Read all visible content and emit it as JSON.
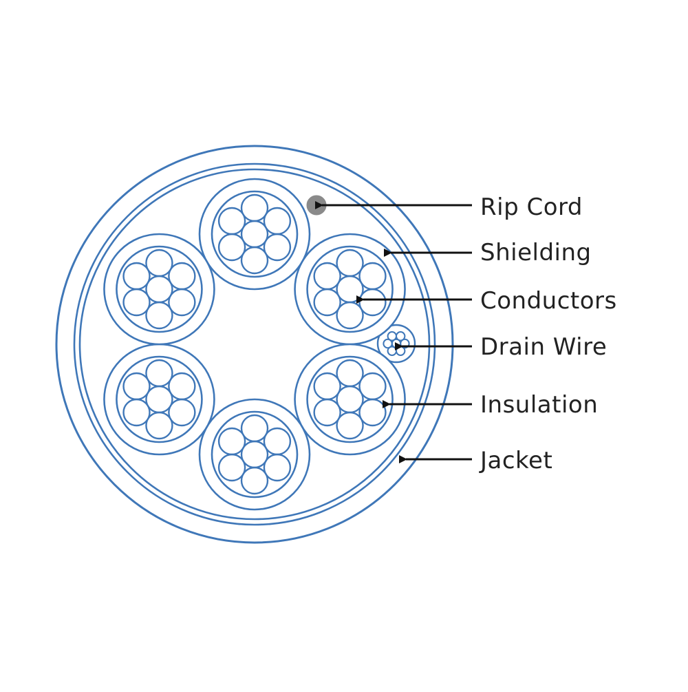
{
  "colors": {
    "cable": "#3f77b8",
    "rip_cord": "#8a8a8a",
    "arrow": "#111111",
    "label": "#222222"
  },
  "labels": {
    "rip_cord": "Rip Cord",
    "shielding": "Shielding",
    "conductors": "Conductors",
    "drain_wire": "Drain Wire",
    "insulation": "Insulation",
    "jacket": "Jacket"
  },
  "structure": {
    "conductor_count": 6,
    "strands_per_conductor": 7,
    "drain_wire_strands": 7
  }
}
